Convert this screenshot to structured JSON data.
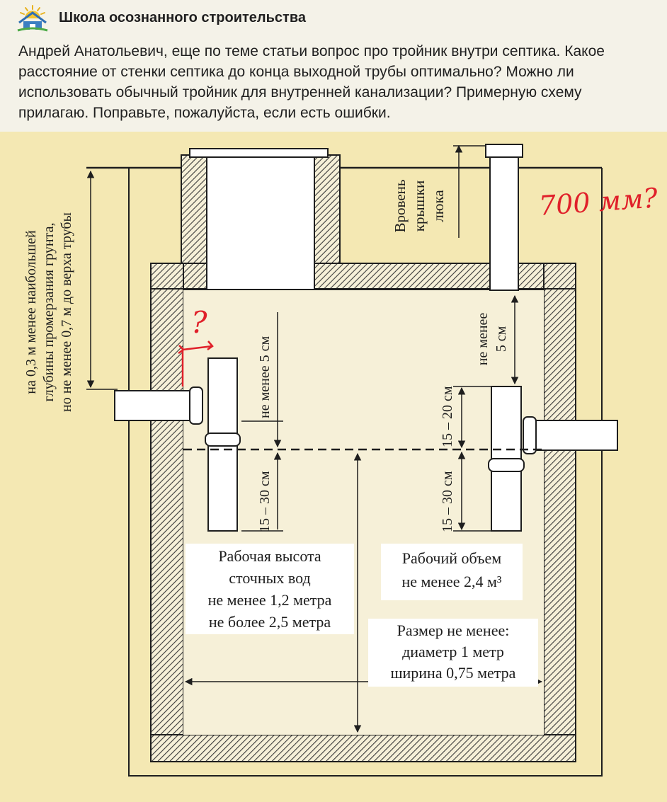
{
  "channel": {
    "name": "Школа осознанного строительства",
    "logo_icon": "house-sun-logo-icon"
  },
  "post": {
    "text": "Андрей Анатольевич, еще по теме статьи вопрос про тройник внутри септика. Какое расстояние от стенки септика до конца выходной трубы оптимально? Можно ли использовать обычный тройник для внутренней канализации? Примерную схему прилагаю. Поправьте, пожалуйста, если есть ошибки."
  },
  "diagram": {
    "left_dimension": [
      "на 0,3 м менее наибольшей",
      "глубины промерзания грунта,",
      "но не менее 0,7 м до верха трубы"
    ],
    "hatch_label": [
      "Вровень",
      "крышки",
      "люка"
    ],
    "left_gap": "не менее 5 см",
    "left_depth": "15 – 30 см",
    "right_gap": [
      "не менее",
      "5 см"
    ],
    "right_upper": "15 – 20 см",
    "right_depth": "15 – 30 см",
    "working_height": [
      "Рабочая высота",
      "сточных вод",
      "не менее 1,2 метра",
      "не более 2,5 метра"
    ],
    "working_volume": [
      "Рабочий объем",
      "не менее 2,4 м³"
    ],
    "size": [
      "Размер не менее:",
      "диаметр 1 метр",
      "ширина 0,75 метра"
    ],
    "annotation_question": "?",
    "annotation_note": "700 мм?",
    "colors": {
      "background": "#f4e8b3",
      "annotation": "#e0202a",
      "line": "#1e1e1e"
    }
  }
}
